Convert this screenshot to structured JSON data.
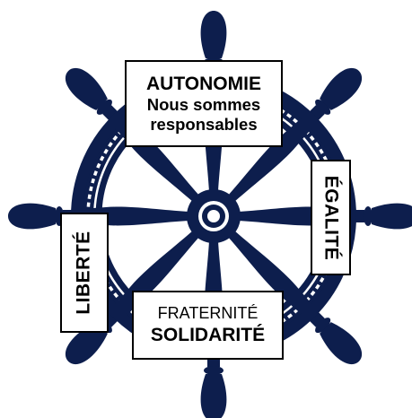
{
  "colors": {
    "wheel": "#0d1e4d",
    "rope": "#ffffff",
    "box_border": "#000000",
    "box_fill": "#ffffff",
    "text": "#000000"
  },
  "labels": {
    "top": {
      "title": "AUTONOMIE",
      "line2": "Nous sommes",
      "line3": "responsables"
    },
    "right": {
      "title": "ÉGALITÉ"
    },
    "left": {
      "title": "LIBERTÉ"
    },
    "bottom": {
      "line1": "FRATERNITÉ",
      "title": "SOLIDARITÉ"
    }
  },
  "icons": {
    "wheel": "ship-wheel-icon"
  }
}
